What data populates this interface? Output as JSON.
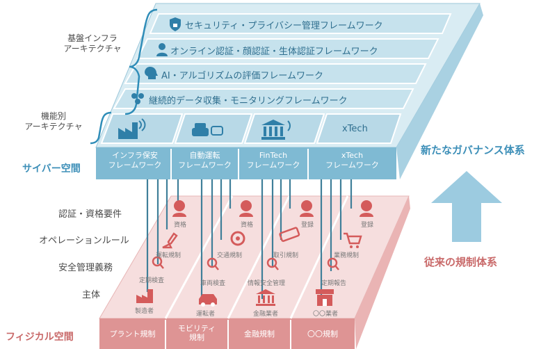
{
  "left_labels": {
    "infra_arch": "基盤インフラ\nアーキテクチャ",
    "func_arch": "機能別\nアーキテクチャ"
  },
  "cyber_title": "サイバー空間",
  "physical_title": "フィジカル空間",
  "cyber_layers": [
    "セキュリティ・プライバシー管理フレームワーク",
    "オンライン認証・顔認証・生体認証フレームワーク",
    "AI・アルゴリズムの評価フレームワーク",
    "継続的データ収集・モニタリングフレームワーク"
  ],
  "cyber_top_tile_texts": [
    "xTech"
  ],
  "cyber_frameworks": [
    "インフラ保安\nフレームワーク",
    "自動運転\nフレームワーク",
    "FinTech\nフレームワーク",
    "xTech\nフレームワーク"
  ],
  "physical_side_labels": [
    "認証・資格要件",
    "オペレーションルール",
    "安全管理義務",
    "主体"
  ],
  "physical_regs": [
    "プラント規制",
    "モビリティ\n規制",
    "金融規制",
    "〇〇規制"
  ],
  "tiny_labels": [
    "資格",
    "資格",
    "登録",
    "登録",
    "運転規制",
    "交通規制",
    "取引規制",
    "業務規制",
    "定期検査",
    "車両検査",
    "情報安全管理",
    "定期報告",
    "製造者",
    "運転者",
    "金融業者",
    "〇〇業者"
  ],
  "right_labels": {
    "new": "新たなガバナンス体系",
    "old": "従来の規制体系"
  },
  "colors": {
    "cyber_light": "#cfe6ef",
    "cyber_mid": "#a9d1e2",
    "cyber_dark": "#6fb0cc",
    "cyber_text": "#3d8fb8",
    "phys_light": "#f7d9d9",
    "phys_mid": "#eaa9a9",
    "phys_dark": "#d98383",
    "phys_text": "#c96a6a"
  },
  "icons": [
    "shield-lock-icon",
    "person-icon",
    "ai-head-icon",
    "data-people-icon",
    "factory-icon",
    "car-icon",
    "bank-icon",
    "person-badge-icon",
    "robot-arm-icon",
    "steering-wheel-icon",
    "money-icon",
    "cart-icon",
    "magnifier-icon",
    "store-icon",
    "up-arrow-icon"
  ]
}
